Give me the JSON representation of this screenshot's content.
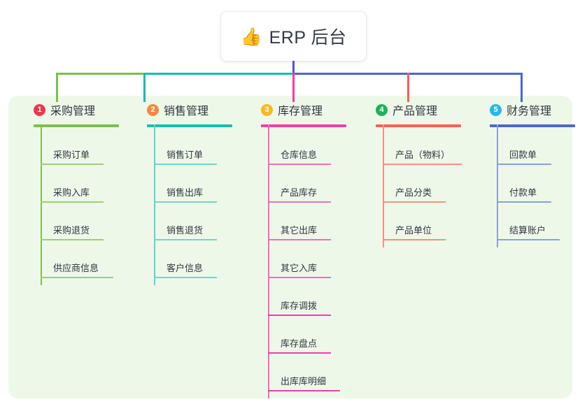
{
  "root": {
    "emoji": "👍",
    "emoji_name": "thumbs-up-icon",
    "title": "ERP 后台"
  },
  "palette": {
    "panel_background": "#eef8e9",
    "root_connector": "#4a5ac8",
    "page_background": "#ffffff"
  },
  "columns": [
    {
      "number": "1",
      "title": "采购管理",
      "badge_color": "#e8394e",
      "line_color": "#7cc04b",
      "items": [
        {
          "label": "采购订单"
        },
        {
          "label": "采购入库"
        },
        {
          "label": "采购退货"
        },
        {
          "label": "供应商信息"
        }
      ]
    },
    {
      "number": "2",
      "title": "销售管理",
      "badge_color": "#f18a3f",
      "line_color": "#12bfae",
      "items": [
        {
          "label": "销售订单"
        },
        {
          "label": "销售出库"
        },
        {
          "label": "销售退货"
        },
        {
          "label": "客户信息"
        }
      ]
    },
    {
      "number": "3",
      "title": "库存管理",
      "badge_color": "#f5b921",
      "line_color": "#ef3fa8",
      "items": [
        {
          "label": "仓库信息"
        },
        {
          "label": "产品库存"
        },
        {
          "label": "其它出库"
        },
        {
          "label": "其它入库"
        },
        {
          "label": "库存调拨"
        },
        {
          "label": "库存盘点"
        },
        {
          "label": "出库库明细"
        }
      ]
    },
    {
      "number": "4",
      "title": "产品管理",
      "badge_color": "#1fb25c",
      "line_color": "#fb5f52",
      "items": [
        {
          "label": "产品（物料）"
        },
        {
          "label": "产品分类"
        },
        {
          "label": "产品单位"
        }
      ]
    },
    {
      "number": "5",
      "title": "财务管理",
      "badge_color": "#29b6e8",
      "line_color": "#4a66cf",
      "items": [
        {
          "label": "回款单"
        },
        {
          "label": "付款单"
        },
        {
          "label": "结算账户"
        }
      ]
    }
  ],
  "chart_data": {
    "type": "tree-diagram",
    "title": "ERP 后台",
    "root_label": "ERP 后台",
    "branch_count": 5,
    "branches": [
      {
        "index": 1,
        "label": "采购管理",
        "leaf_count": 4,
        "leaves": [
          "采购订单",
          "采购入库",
          "采购退货",
          "供应商信息"
        ]
      },
      {
        "index": 2,
        "label": "销售管理",
        "leaf_count": 4,
        "leaves": [
          "销售订单",
          "销售出库",
          "销售退货",
          "客户信息"
        ]
      },
      {
        "index": 3,
        "label": "库存管理",
        "leaf_count": 7,
        "leaves": [
          "仓库信息",
          "产品库存",
          "其它出库",
          "其它入库",
          "库存调拨",
          "库存盘点",
          "出库库明细"
        ]
      },
      {
        "index": 4,
        "label": "产品管理",
        "leaf_count": 3,
        "leaves": [
          "产品（物料）",
          "产品分类",
          "产品单位"
        ]
      },
      {
        "index": 5,
        "label": "财务管理",
        "leaf_count": 3,
        "leaves": [
          "回款单",
          "付款单",
          "结算账户"
        ]
      }
    ]
  }
}
